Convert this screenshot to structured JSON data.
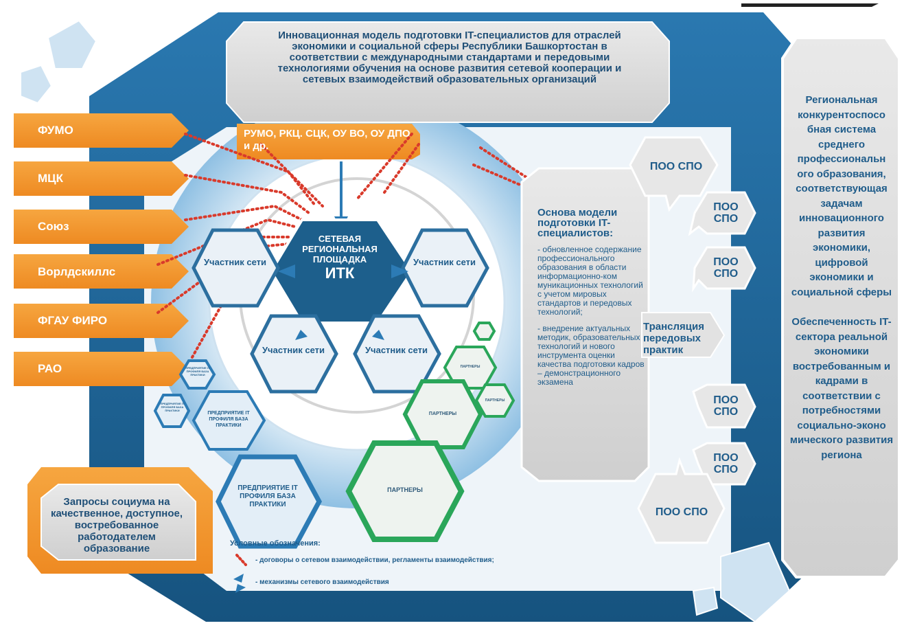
{
  "header": {
    "title": "Инновационная модель подготовки IT-специалистов для отраслей экономики и социальной сферы Республики Башкортостан в соответствии с международными стандартами и передовыми технологиями обучения на основе развития сетевой кооперации и сетевых взаимодействий образовательных организаций"
  },
  "partners_left": [
    "ФУМО",
    "МЦК",
    "Союз",
    "Ворлдскиллс",
    "ФГАУ ФИРО",
    "РАО"
  ],
  "rumo": "РУМО,  РКЦ. СЦК,  ОУ ВО, ОУ ДПО и др.",
  "center": {
    "line1": "СЕТЕВАЯ",
    "line2": "РЕГИОНАЛЬНАЯ",
    "line3": "ПЛОЩАДКА",
    "line4": "ИТК"
  },
  "participant": "Участник сети",
  "enterprise": "ПРЕДПРИЯТИЕ IT ПРОФИЛЯ БАЗА ПРАКТИКИ",
  "partners": "ПАРТНЕРЫ",
  "basis": {
    "title": "Основа модели подготовки IT-специалистов:",
    "item1": "- обновленное содержание профессионального образования в области информационно-ком муникационных технологий с учетом мировых стандартов и передовых технологий;",
    "item2": "-  внедрение актуальных методик, образовательных технологий и нового инструмента оценки качества подготовки кадров – демонстрационного экзамена"
  },
  "translation": "Трансляция передовых практик",
  "poo_spo": "ПОО СПО",
  "right_panel": {
    "text1": "Региональная конкурентоспосо бная система среднего профессиональн ого образования, соответствующая задачам инновационного развития экономики, цифровой экономики и социальной сферы",
    "text2": "Обеспеченность IT-сектора реальной экономики востребованным и кадрами в соответствии с потребностями социально-эконо мического развития региона"
  },
  "requests": "Запросы социума на качественное, доступное, востребованное работодателем образование",
  "legend": {
    "title": "Условные обозначения:",
    "item1": "- договоры о сетевом взаимодействии, регламенты взаимодействия;",
    "item2": "- механизмы сетевого взаимодействия"
  },
  "colors": {
    "orange": "#f29c33",
    "dark_blue": "#1d5f8c",
    "mid_blue": "#2c7bb5",
    "light_blue": "#a9cfe9",
    "green": "#2aa65a",
    "red_dots": "#d93a2b"
  }
}
